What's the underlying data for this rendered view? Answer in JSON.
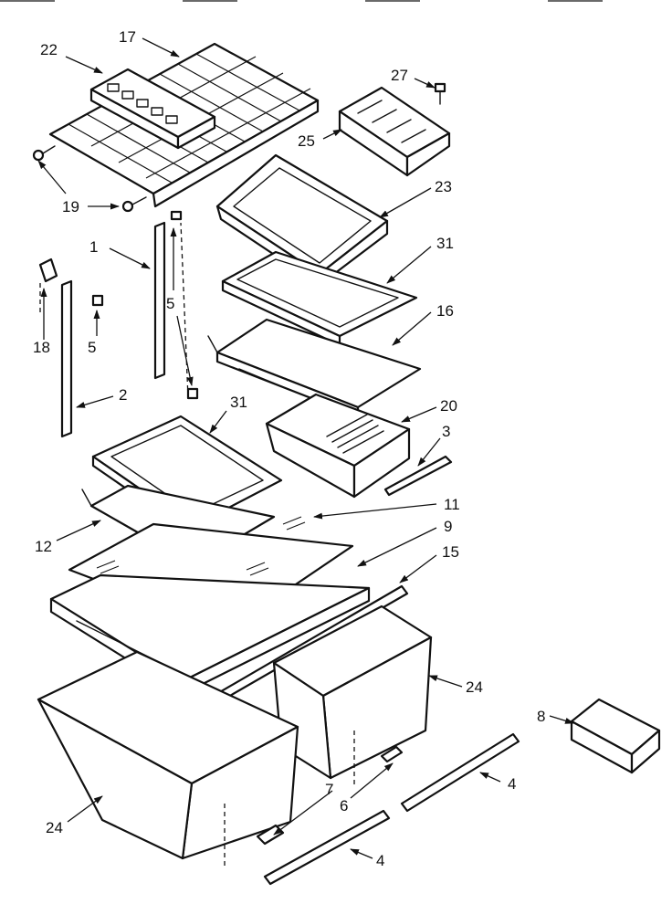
{
  "callouts": {
    "c1": "1",
    "c2": "2",
    "c3": "3",
    "c4a": "4",
    "c4b": "4",
    "c5a": "5",
    "c5b": "5",
    "c6": "6",
    "c7": "7",
    "c8": "8",
    "c9": "9",
    "c11": "11",
    "c12": "12",
    "c15": "15",
    "c16": "16",
    "c17": "17",
    "c18": "18",
    "c19": "19",
    "c20": "20",
    "c22": "22",
    "c23": "23",
    "c24a": "24",
    "c24b": "24",
    "c25": "25",
    "c27": "27",
    "c31a": "31",
    "c31b": "31"
  }
}
